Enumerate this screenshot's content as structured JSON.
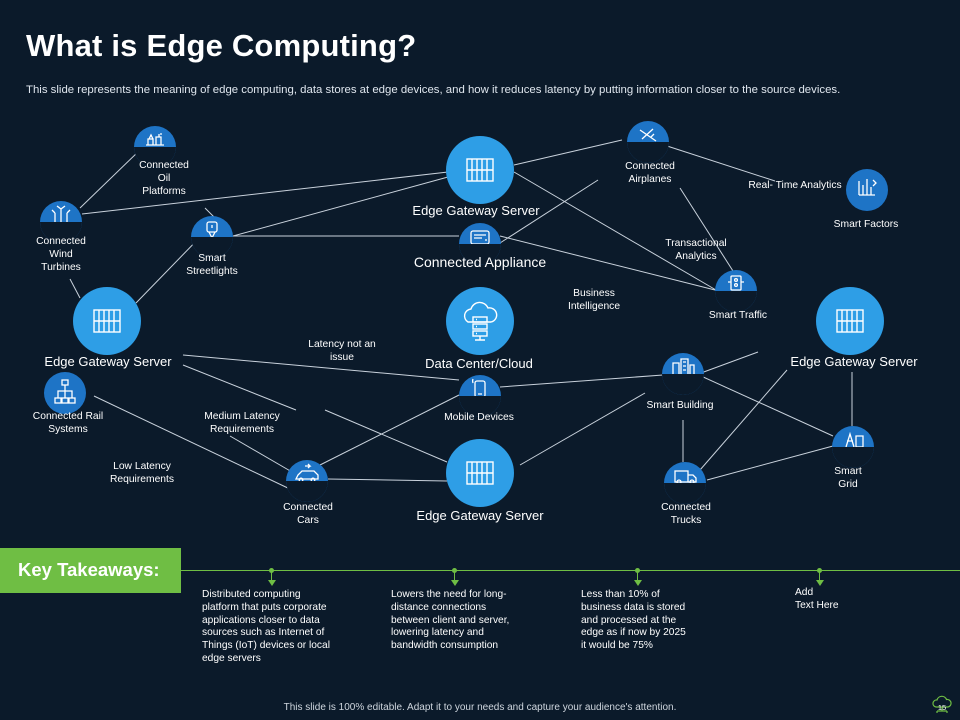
{
  "slide": {
    "title": "What is Edge Computing?",
    "subtitle": "This slide represents the meaning of edge computing, data stores at edge devices, and how it reduces latency by putting information closer to the source devices.",
    "footer": "This slide is 100% editable. Adapt it to your needs and capture your audience's attention.",
    "page_number": "15"
  },
  "diagram": {
    "nodes": {
      "oil_platforms": "Connected\nOil\nPlatforms",
      "wind_turbines": "Connected\nWind\nTurbines",
      "streetlights": "Smart\nStreetlights",
      "gateway_top": "Edge Gateway Server",
      "appliance": "Connected Appliance",
      "airplanes": "Connected\nAirplanes",
      "rt_analytics": "Real- Time Analytics",
      "smart_factors": "Smart Factors",
      "transactional": "Transactional\nAnalytics",
      "smart_traffic": "Smart Traffic",
      "business_intel": "Business\nIntelligence",
      "gateway_left": "Edge Gateway Server",
      "gateway_right": "Edge Gateway Server",
      "datacenter": "Data Center/Cloud",
      "latency_issue": "Latency not an\nissue",
      "rail": "Connected Rail\nSystems",
      "medium_latency": "Medium Latency\nRequirements",
      "mobile": "Mobile Devices",
      "smart_building": "Smart Building",
      "smart_grid": "Smart\nGrid",
      "low_latency": "Low Latency\nRequirements",
      "cars": "Connected\nCars",
      "gateway_bottom": "Edge Gateway Server",
      "trucks": "Connected\nTrucks"
    }
  },
  "takeaways": {
    "label": "Key Takeaways:",
    "items": [
      "Distributed computing\nplatform that puts corporate\napplications closer to data\nsources such as Internet of\nThings (IoT) devices or local\nedge servers",
      "Lowers the need for long-\ndistance connections\nbetween client and server,\nlowering latency and\nbandwidth consumption",
      "Less than 10% of\nbusiness data is stored\nand processed at the\nedge as if now by 2025\nit would be 75%",
      "Add\nText Here"
    ]
  },
  "colors": {
    "background": "#0b1a2a",
    "icon_blue": "#1e74c6",
    "server_blue": "#2e9ee6",
    "green_accent": "#6fbe44"
  }
}
